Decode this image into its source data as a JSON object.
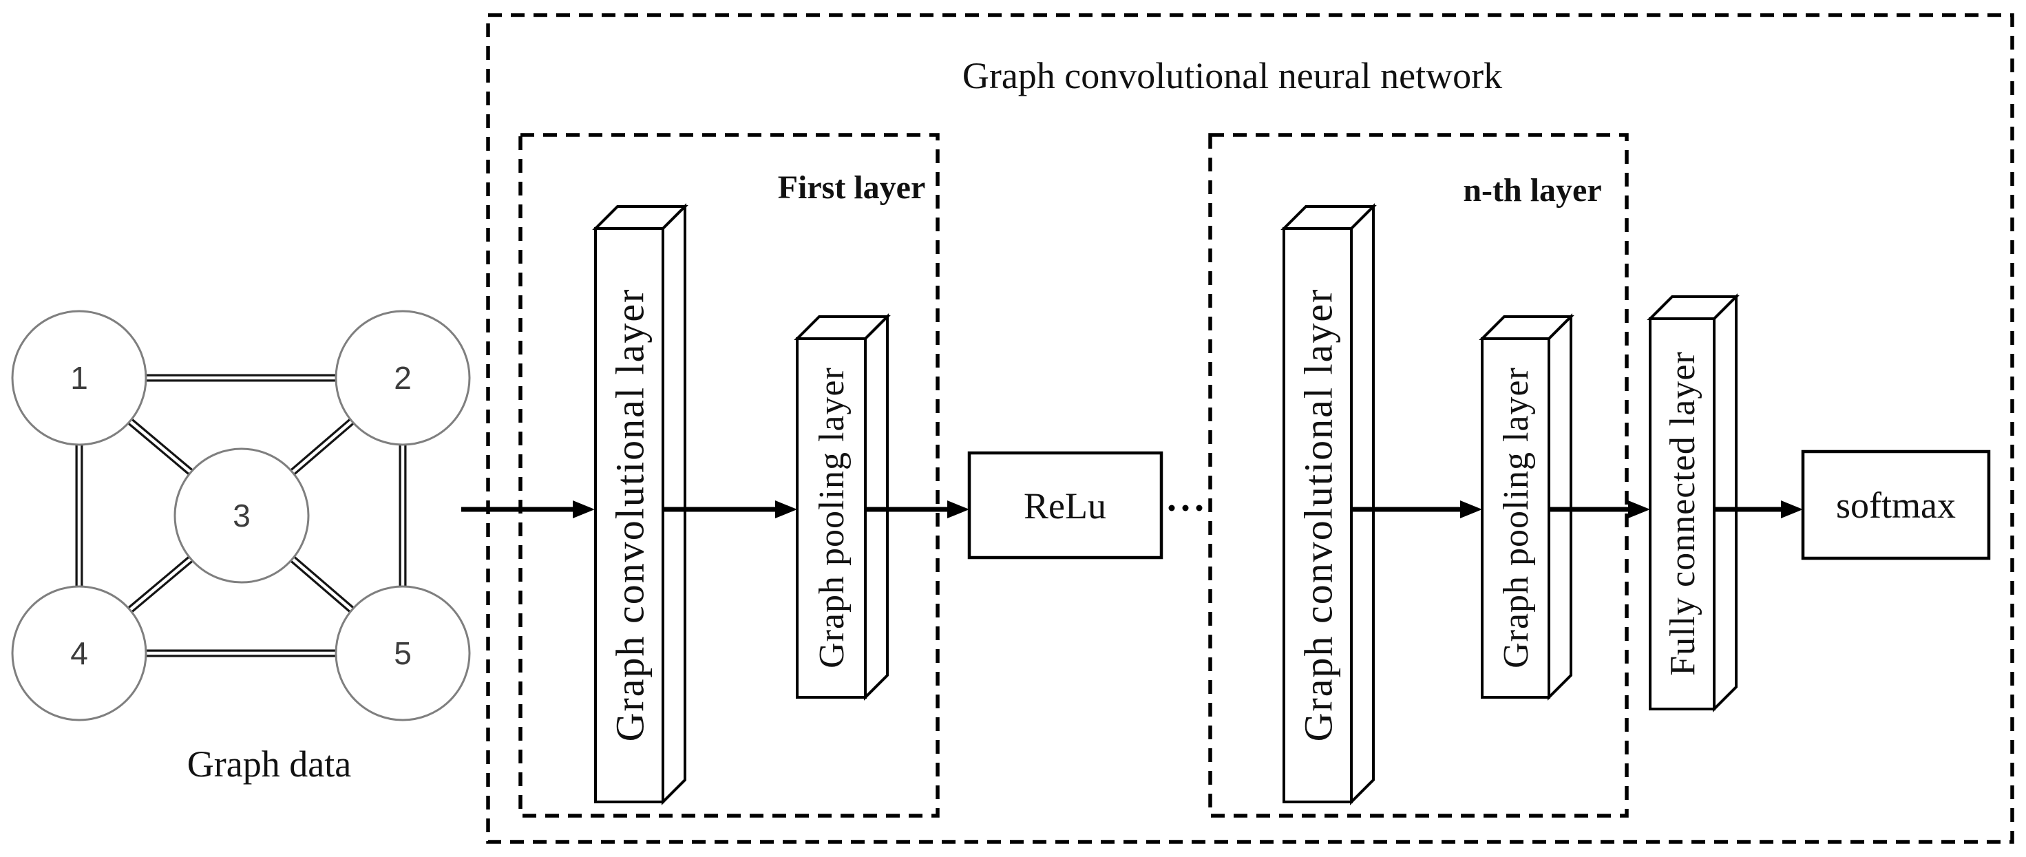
{
  "diagram": {
    "graph": {
      "label": "Graph data",
      "nodes": [
        {
          "id": "1"
        },
        {
          "id": "2"
        },
        {
          "id": "3"
        },
        {
          "id": "4"
        },
        {
          "id": "5"
        }
      ],
      "edges": [
        "1-2",
        "1-3",
        "1-4",
        "2-3",
        "2-5",
        "3-4",
        "3-5",
        "4-5"
      ]
    },
    "network": {
      "title": "Graph convolutional neural network",
      "first_layer": {
        "label": "First layer",
        "conv_label": "Graph convolutional layer",
        "pool_label": "Graph pooling layer"
      },
      "nth_layer": {
        "label": "n-th layer",
        "conv_label": "Graph convolutional layer",
        "pool_label": "Graph pooling layer"
      },
      "relu_label": "ReLu",
      "ellipsis": "···",
      "fully_connected_label": "Fully connected layer",
      "softmax_label": "softmax"
    },
    "colors": {
      "line": "#000000",
      "node_stroke": "#7f7f7f",
      "text": "#111111",
      "background": "#ffffff"
    }
  }
}
